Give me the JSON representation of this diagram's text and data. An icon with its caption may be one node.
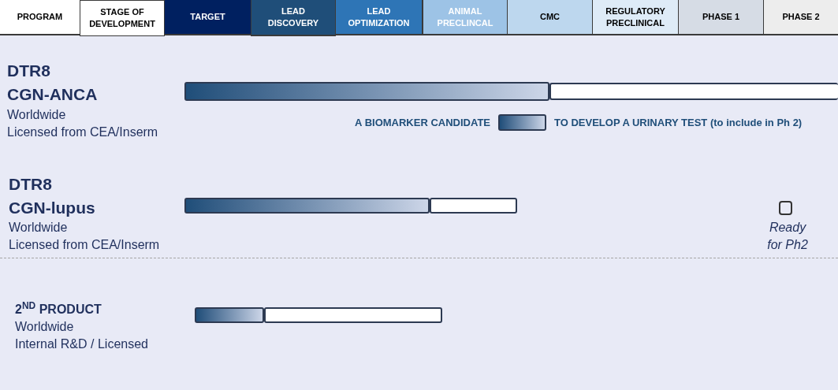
{
  "diagram": {
    "nodes": [
      {
        "text": [
          "PROGRAM"
        ]
      },
      {
        "text": [
          "STAGE OF DEVELOPMENT"
        ]
      },
      {
        "text": [
          "TARGET"
        ]
      },
      {
        "text": [
          "LEAD DISCOVERY"
        ]
      },
      {
        "text": [
          "LEAD OPTIMIZATION"
        ]
      },
      {
        "text": [
          "ANIMAL PRECLINCAL"
        ]
      },
      {
        "text": [
          "CMC"
        ]
      },
      {
        "text": [
          "REGULATORY PRECLINICAL"
        ]
      },
      {
        "text": [
          "PHASE 1"
        ]
      },
      {
        "text": [
          "PHASE 2"
        ]
      },
      {
        "text": [],
        "shape": "bar"
      },
      {
        "text": [],
        "shape": "bar"
      },
      {
        "text": [],
        "shape": "bar"
      },
      {
        "text": [],
        "shape": "bar"
      },
      {
        "text": [],
        "shape": "bar"
      },
      {
        "text": [],
        "shape": "box",
        "beside": [
          "Ready for Ph2"
        ]
      },
      {
        "text": [],
        "shape": "bar"
      },
      {
        "text": [],
        "shape": "bar"
      }
    ],
    "labels": [
      "DTR8",
      "CGN-ANCA",
      "Worldwide",
      "Licensed from CEA/Inserm",
      "A BIOMARKER CANDIDATE",
      "TO DEVELOP A URINARY TEST (to include in Ph 2)",
      "DTR8",
      "CGN-lupus",
      "Worldwide",
      "Licensed from CEA/Inserm",
      "2$^{ND}$ PRODUCT",
      "Worldwide",
      "Internal R&D / Licensed"
    ]
  }
}
